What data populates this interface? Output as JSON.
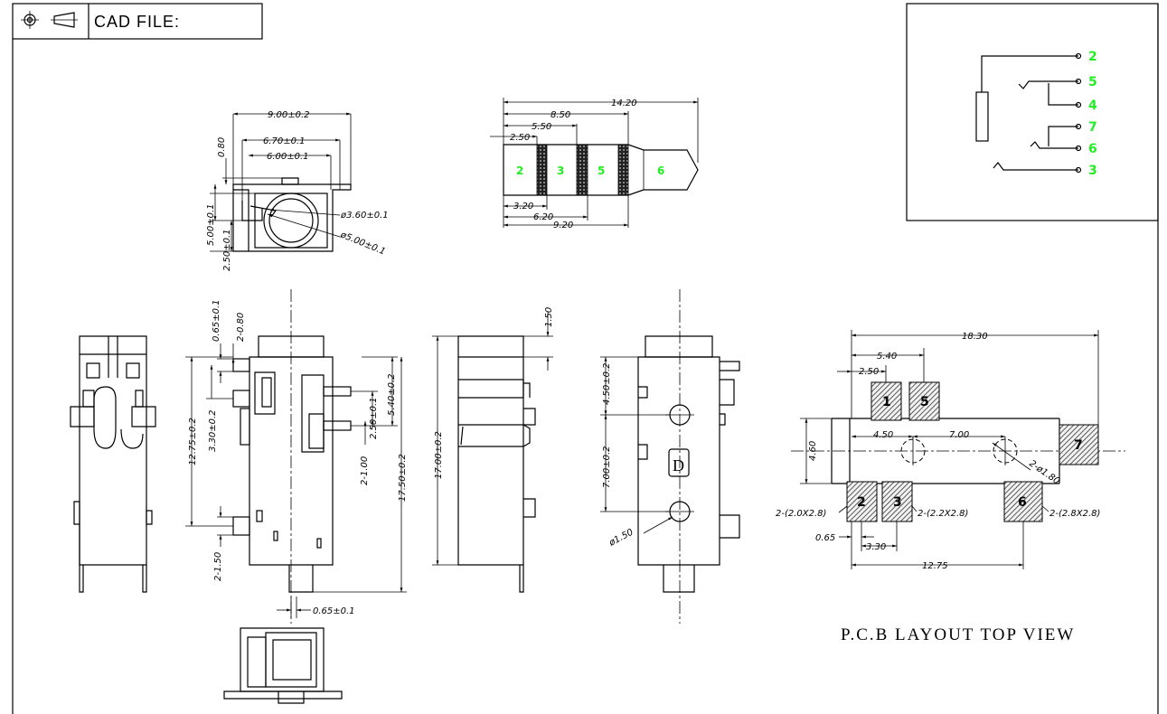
{
  "title_block": {
    "label": "CAD FILE:",
    "icons": [
      "crosshair-projection-icon",
      "cone-projection-icon"
    ]
  },
  "schematic": {
    "pins": [
      "2",
      "5",
      "4",
      "7",
      "6",
      "3"
    ]
  },
  "plug": {
    "segments": [
      "2",
      "3",
      "5",
      "6"
    ],
    "dims": [
      "14.20",
      "8.50",
      "5.50",
      "2.50",
      "3.20",
      "6.20",
      "9.20"
    ]
  },
  "front_view": {
    "dims": [
      "9.00±0.2",
      "6.70±0.1",
      "6.00±0.1",
      "0.80",
      "5.00±0.1",
      "2.50±0.1",
      "ø3.60±0.1",
      "ø5.00±0.1"
    ]
  },
  "side_view": {
    "dims": [
      "0.65±0.1",
      "2-0.80",
      "12.75±0.2",
      "3.30±0.2",
      "2-1.50",
      "2.50±0.1",
      "5.40±0.2",
      "2-1.00",
      "17.50±0.2",
      "0.65±0.1"
    ]
  },
  "back_view": {
    "dims": [
      "1.50",
      "17.00±0.2"
    ]
  },
  "bottom_view": {
    "dims": [
      "4.50±0.2",
      "7.00±0.2",
      "ø1.50"
    ],
    "logo_letter": "D"
  },
  "pcb_layout": {
    "title": "P.C.B LAYOUT TOP VIEW",
    "pads": [
      "1",
      "5",
      "2",
      "3",
      "6",
      "7"
    ],
    "dims": [
      "18.30",
      "5.40",
      "2.50",
      "4.50",
      "7.00",
      "4.60",
      "2-ø1.80",
      "2-(2.0X2.8)",
      "2-(2.2X2.8)",
      "2-(2.8X2.8)",
      "0.65",
      "3.30",
      "12.75"
    ]
  }
}
